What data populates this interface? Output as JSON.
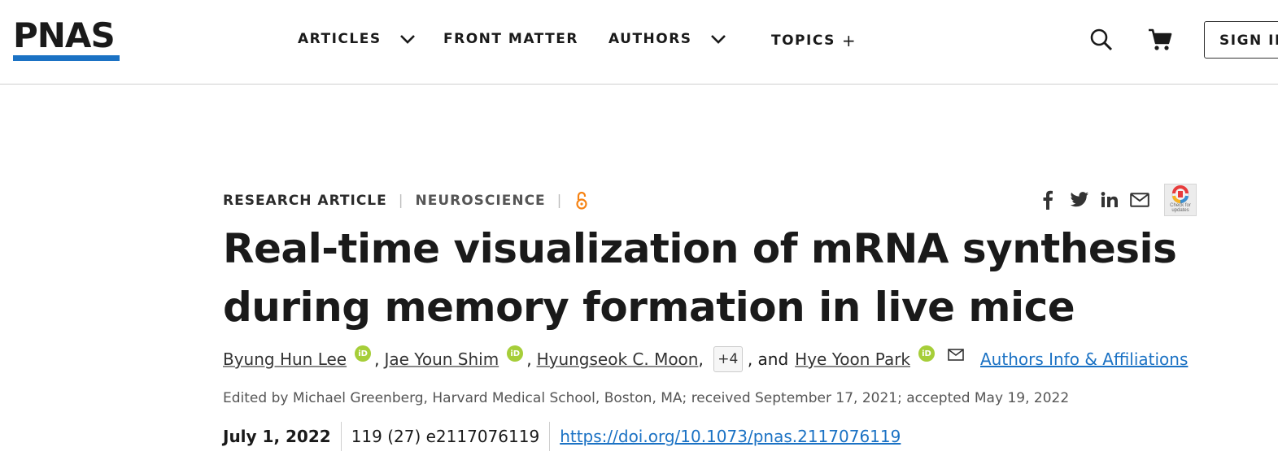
{
  "header": {
    "logo": "PNAS",
    "nav": [
      {
        "label": "ARTICLES",
        "has_chevron": true
      },
      {
        "label": "FRONT MATTER",
        "has_chevron": false
      },
      {
        "label": "AUTHORS",
        "has_chevron": true
      },
      {
        "label": "TOPICS",
        "has_plus": true
      }
    ],
    "topics_plus": "+",
    "search_icon": "search-icon",
    "cart_icon": "cart-icon",
    "sign_in_label": "SIGN IN"
  },
  "article": {
    "type": "RESEARCH ARTICLE",
    "separator": "|",
    "subject": "NEUROSCIENCE",
    "open_access_icon": "open-access-icon",
    "share_icons": [
      "facebook-icon",
      "twitter-icon",
      "linkedin-icon",
      "email-icon"
    ],
    "crossmark_label": "Check for updates",
    "title": "Real-time visualization of mRNA synthesis during memory formation in live mice",
    "authors": [
      {
        "name": "Byung Hun Lee",
        "orcid": true
      },
      {
        "name": "Jae Youn Shim",
        "orcid": true
      },
      {
        "name": "Hyungseok C. Moon",
        "orcid": false
      },
      {
        "name": "Hye Yoon Park",
        "orcid": true,
        "corresponding": true
      }
    ],
    "orcid_badge": "iD",
    "comma": ",",
    "more_authors": "+4",
    "and_text": ", and",
    "affiliations_link": "Authors Info & Affiliations",
    "edited_by": "Edited by Michael Greenberg, Harvard Medical School, Boston, MA; received September 17, 2021; accepted May 19, 2022",
    "pub_date": "July 1, 2022",
    "volume_issue": "119 (27) e2117076119",
    "doi": "https://doi.org/10.1073/pnas.2117076119"
  },
  "colors": {
    "brand_blue": "#1b72c4",
    "orcid_green": "#a6ce39",
    "open_access_orange": "#f68212"
  }
}
